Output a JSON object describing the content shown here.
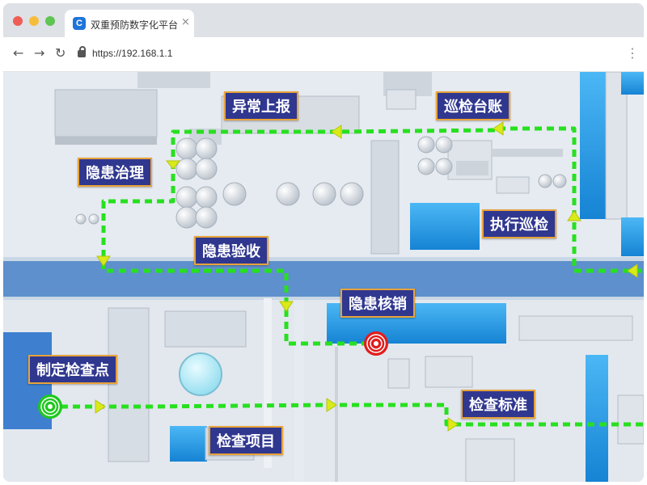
{
  "browser": {
    "tab_title": "双重预防数字化平台",
    "tab_close": "×",
    "logo_letter": "C",
    "url": "https://192.168.1.1",
    "back": "←",
    "forward": "→",
    "reload": "↻",
    "menu": "⋮"
  },
  "labels": {
    "abnormal_report": "异常上报",
    "inspection_ledger": "巡检台账",
    "hazard_governance": "隐患治理",
    "execute_inspection": "执行巡检",
    "hazard_acceptance": "隐患验收",
    "hazard_cancellation": "隐患核销",
    "define_checkpoint": "制定检查点",
    "inspection_standard": "检查标准",
    "inspection_item": "检查项目"
  },
  "colors": {
    "path": "#27e01f",
    "arrow": "#d9ea18",
    "label_bg": "#30378f",
    "label_border": "#e8a33a",
    "start_marker": "#1ec81e",
    "end_marker": "#e11d1d",
    "blue_building": "#1f96e6"
  }
}
